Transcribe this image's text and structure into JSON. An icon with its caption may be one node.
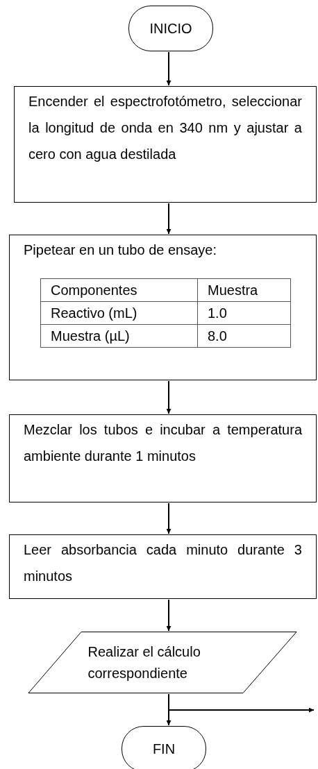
{
  "diagram": {
    "nodes": [
      {
        "text": [
          "INICIO"
        ]
      },
      {
        "text": [
          "Encender el espectrofotómetro, seleccionar la longitud de onda en 340 nm y ajustar a cero con agua destilada"
        ]
      },
      {
        "text": [
          "Pipetear en un tubo de ensaye:"
        ]
      },
      {
        "text": [
          "Mezclar los tubos e incubar a temperatura ambiente durante 1 minutos"
        ]
      },
      {
        "text": [
          "Leer absorbancia cada minuto durante 3 minutos"
        ]
      },
      {
        "text": [
          "Realizar el cálculo correspondiente"
        ]
      },
      {
        "text": [
          "FIN"
        ]
      }
    ],
    "edges": [
      {
        "from": 0,
        "to": 1,
        "arrow": "to"
      },
      {
        "from": 1,
        "to": 2,
        "arrow": "to"
      },
      {
        "from": 2,
        "to": 3,
        "arrow": "to"
      },
      {
        "from": 3,
        "to": 4,
        "arrow": "to"
      },
      {
        "from": 4,
        "to": 5,
        "arrow": "to"
      },
      {
        "from": 5,
        "to": 6,
        "arrow": "to"
      },
      {
        "from": 5,
        "to": null,
        "arrow": "to"
      }
    ],
    "labels": [
      "Componentes",
      "Muestra",
      "Reactivo (mL)",
      "1.0",
      "Muestra (µL)",
      "8.0"
    ]
  }
}
